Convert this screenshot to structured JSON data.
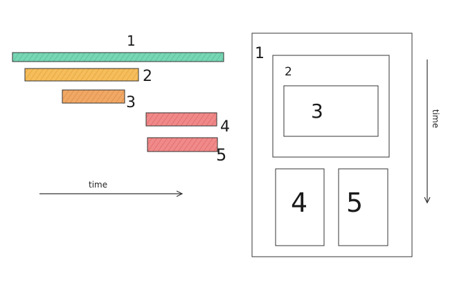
{
  "timeline": {
    "bars": [
      {
        "label": "1",
        "color": "#77d6b4"
      },
      {
        "label": "2",
        "color": "#f5bd5c"
      },
      {
        "label": "3",
        "color": "#f0a866"
      },
      {
        "label": "4",
        "color": "#f08989"
      },
      {
        "label": "5",
        "color": "#f08a8a"
      }
    ],
    "axis_label": "time"
  },
  "layout": {
    "boxes": [
      {
        "label": "1"
      },
      {
        "label": "2"
      },
      {
        "label": "3"
      },
      {
        "label": "4"
      },
      {
        "label": "5"
      }
    ],
    "axis_label": "time"
  },
  "colors": {
    "stroke": "#333333",
    "background": "#ffffff"
  }
}
